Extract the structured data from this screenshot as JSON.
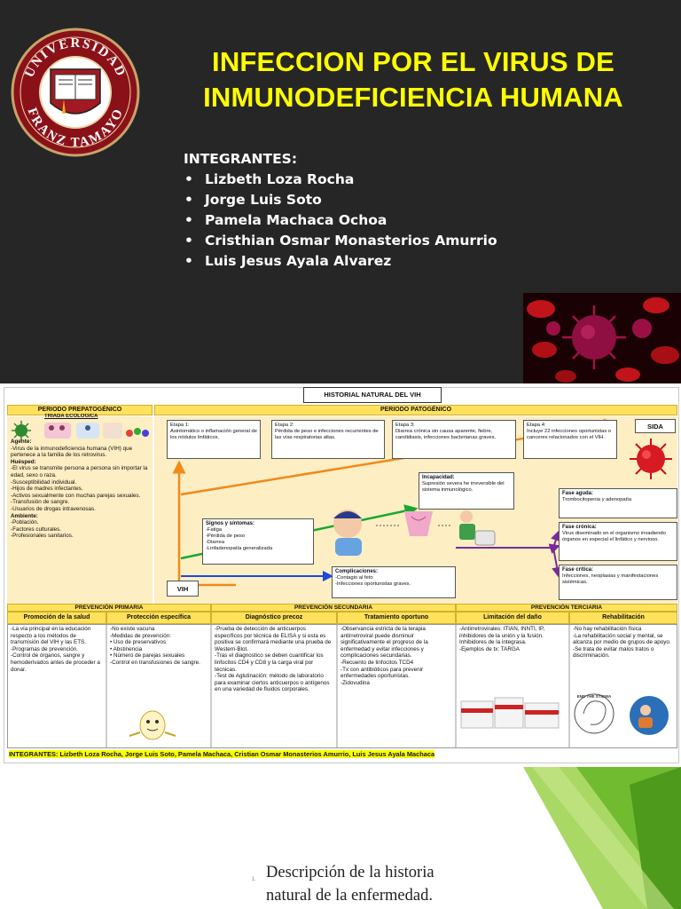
{
  "slide": {
    "logo": {
      "ring_top": "UNIVERSIDAD",
      "ring_bottom": "FRANZ TAMAYO"
    },
    "title": "INFECCION POR EL VIRUS DE INMUNODEFICIENCIA HUMANA",
    "team_heading": "INTEGRANTES:",
    "members": [
      "Lizbeth Loza Rocha",
      "Jorge Luis Soto",
      "Pamela Machaca Ochoa",
      "Cristhian Osmar Monasterios Amurrio",
      "Luis Jesus Ayala Alvarez"
    ],
    "colors": {
      "background": "#262626",
      "title": "#ffff00",
      "text": "#ffffff"
    }
  },
  "history": {
    "title": "HISTORIAL NATURAL DEL VIH",
    "prepatogenic_header": "PERIODO PREPATOGÉNICO",
    "triad_label": "TRIADA ECOLÓGICA",
    "agent_heading": "Agente:",
    "agent_text": "-Virus de la inmunodeficiencia humana (VIH) que pertenece a la familia de los retrovirus.",
    "host_heading": "Huésped:",
    "host_text": "-El virus se transmite persona a persona sin importar la edad, sexo o raza.\n-Susceptibilidad individual.\n-Hijos de madres infectantes.\n-Activos sexualmente con muchas parejas sexuales.\n-Transfusión de sangre.\n-Usuarios de drogas intravenosas.",
    "env_heading": "Ambiente:",
    "env_text": "-Población.\n-Factores culturales.\n-Profesionales sanitarios.",
    "pathogenic_header": "PERIODO PATOGÉNICO",
    "stages": [
      {
        "label": "Etapa 1:",
        "text": "Asintomático o inflamación general de los nódulos linfáticos."
      },
      {
        "label": "Etapa 2:",
        "text": "Pérdida de peso e infecciones recurrentes de las vías respiratorias altas."
      },
      {
        "label": "Etapa 3:",
        "text": "Diarrea crónica sin causa aparente, fiebre, candidiasis, infecciones bacterianas graves."
      },
      {
        "label": "Etapa 4:",
        "text": "Incluye 22 infecciones oportunistas o canceres relacionados con el VIH."
      }
    ],
    "sida": "SIDA",
    "incapacity": {
      "label": "Incapacidad:",
      "text": "Supresión severa he irreversible del sistema inmunológico."
    },
    "signs": {
      "label": "Signos y síntomas:",
      "text": "-Fatiga\n-Pérdida de peso\n-Diarrea\n-Linfadenopatía generalizada"
    },
    "vih": "VIH",
    "complications": {
      "label": "Complicaciones:",
      "text": "-Contagio al feto\n-Infecciones oportunistas graves."
    },
    "phases": [
      {
        "label": "Fase aguda:",
        "text": "Trombocitopenia y adenopatía"
      },
      {
        "label": "Fase crónica:",
        "text": "Virus diseminado en el organismo invadiendo órganos en especial el linfático y nervioso."
      },
      {
        "label": "Fase crítica:",
        "text": "Infecciones, neoplasias y manifestaciones sistémicas."
      }
    ],
    "prevention": {
      "primary": "PREVENCIÓN PRIMARIA",
      "secondary": "PREVENCIÓN SECUNDARIA",
      "tertiary": "PREVENCIÓN TERCIARIA",
      "columns": [
        {
          "header": "Promoción de la salud",
          "text": "-La vía principal en la educación respecto a los métodos de transmisión del VIH y las ETS.\n-Programas de prevención.\n-Control de órganos, sangre y hemoderivados antes de proceder a donar."
        },
        {
          "header": "Protección específica",
          "text": "-No existe vacuna\n-Medidas de prevención:\n      •  Uso de preservativos\n      •  Abstinencia\n      •  Número de parejas sexuales\n-Control en transfusiones de sangre."
        },
        {
          "header": "Diagnóstico precoz",
          "text": "-Prueba de detección de anticuerpos específicos por técnica de ELISA y si esta es positiva se confirmará mediante una prueba de Western-Blot.\n-Tras el diagnostico se deben cuantificar los linfocitos CD4 y CD8 y la carga viral por técnicas.\n-Test de Aglutinación: método de laboratorio para examinar ciertos anticuerpos o antígenos en una variedad de fluidos corporales."
        },
        {
          "header": "Tratamiento oportuno",
          "text": "-Observancia estricta de la terapia antirretroviral puede disminuir significativamente el progreso de la enfermedad y evitar infecciones y complicaciones secundarias.\n-Recuento de linfocitos TCD4\n-Tx con antibióticos para prevenir enfermedades oportunistas.\n-Zidovudina"
        },
        {
          "header": "Limitación del daño",
          "text": "-Antirretrovirales: ITIAN, INNTI, IP, inhibidores de la unión y la fusión. Inhibidores de la integrasa.\n-Ejemplos de tx: TARGA"
        },
        {
          "header": "Rehabilitación",
          "text": "-No hay rehabilitación física\n-La rehabilitación social y mental, se alcanza por medio de grupos de apoyo.\n-Se trata de evitar malos tratos o discriminación."
        }
      ]
    },
    "stigma_badge": "END THE STIGMA",
    "integrantes_bar": "INTEGRANTES: Lizbeth Loza Rocha, Jorge Luis Soto, Pamela Machaca, Cristian Osmar Monasterios Amurrio, Luis Jesus Ayala Machaca"
  },
  "bottom": {
    "slide_number": "1.",
    "subtitle": "Descripción de la historia\nnatural de la enfermedad."
  }
}
